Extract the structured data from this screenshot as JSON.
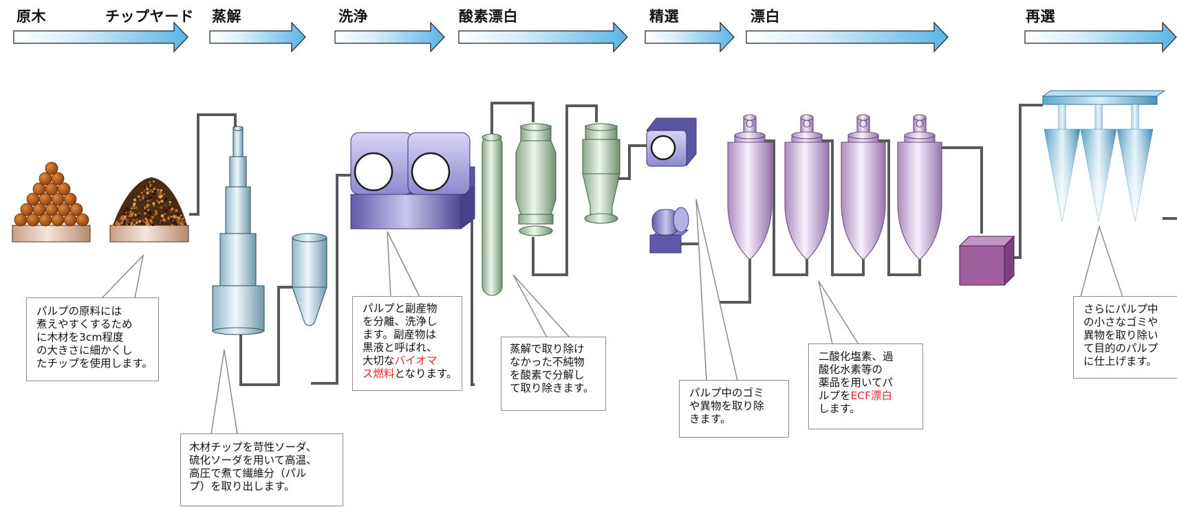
{
  "stages": [
    {
      "id": "raw-wood",
      "label": "原木"
    },
    {
      "id": "chip-yard",
      "label": "チップヤード"
    },
    {
      "id": "digestion",
      "label": "蒸解"
    },
    {
      "id": "washing",
      "label": "洗浄"
    },
    {
      "id": "oxygen-bleaching",
      "label": "酸素漂白"
    },
    {
      "id": "screening",
      "label": "精選"
    },
    {
      "id": "bleaching",
      "label": "漂白"
    },
    {
      "id": "rescreening",
      "label": "再選"
    }
  ],
  "callouts": {
    "raw_material": [
      "パルプの原料には",
      "煮えやすくするため",
      "に木材を3cm程度",
      "の大きさに細かくし",
      "たチップを使用します。"
    ],
    "digestion": [
      "木材チップを苛性ソーダ、",
      "硫化ソーダを用いて高温、",
      "高圧で煮て繊維分（パル",
      "プ）を取り出します。"
    ],
    "washing": {
      "lines": [
        "パルプと副産物",
        "を分離、洗浄し",
        "ます。副産物は",
        "黒液と呼ばれ、"
      ],
      "last_pre": "大切な",
      "highlight_a": "バイオマ",
      "highlight_b": "ス燃料",
      "last_post": "となります。"
    },
    "oxygen": [
      "蒸解で取り除け",
      "なかった不純物",
      "を酸素で分解し",
      "て取り除きます。"
    ],
    "screening": [
      "パルプ中のゴミ",
      "や異物を取り除",
      "きます。"
    ],
    "bleaching": {
      "lines": [
        "二酸化塩素、過",
        "酸化水素等の",
        "薬品を用いてパ"
      ],
      "last_pre": "ルプを",
      "highlight": "ECF漂白",
      "tail": "します。"
    },
    "rescreening": [
      "さらにパルプ中",
      "の小さなゴミや",
      "異物を取り除い",
      "て目的のパルプ",
      "に仕上げます。"
    ]
  },
  "colors": {
    "arrow_light": "#dff1fb",
    "arrow_dark": "#5bb6e8",
    "pipe": "#595959",
    "highlight_text": "#e8262a"
  }
}
